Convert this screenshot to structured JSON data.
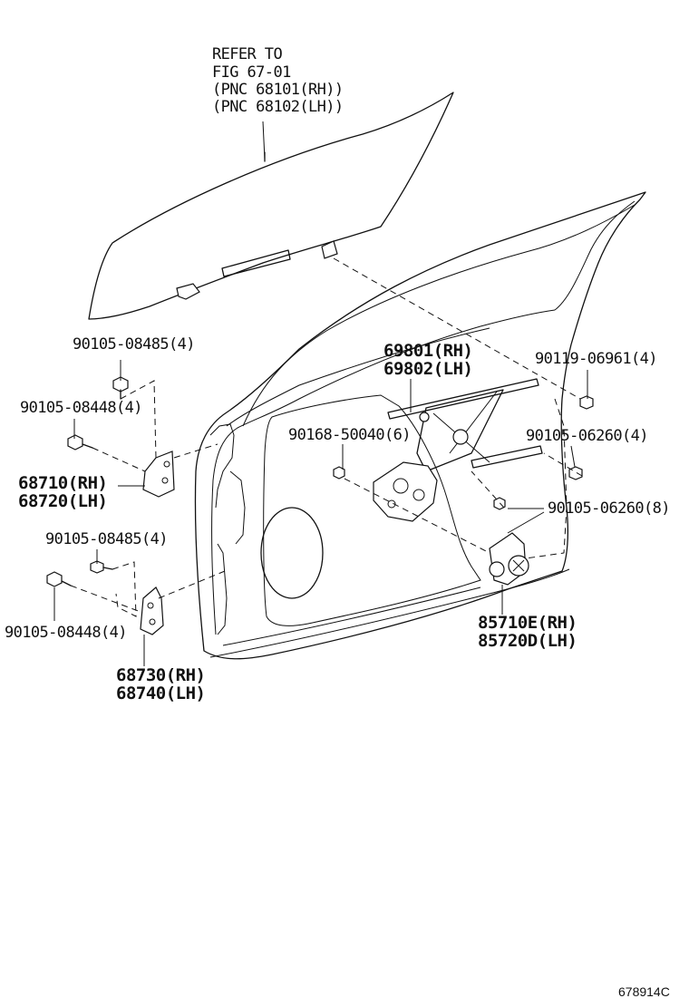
{
  "refer_note": {
    "line1": "REFER TO",
    "line2": "FIG 67-01",
    "line3": "(PNC 68101(RH))",
    "line4": "(PNC 68102(LH))"
  },
  "callouts": {
    "bolt_upper_hinge_top": "90105-08485(4)",
    "bolt_upper_hinge_side": "90105-08448(4)",
    "upper_hinge_rh": "68710(RH)",
    "upper_hinge_lh": "68720(LH)",
    "bolt_lower_hinge_top": "90105-08485(4)",
    "bolt_lower_hinge_side": "90105-08448(4)",
    "lower_hinge_rh": "68730(RH)",
    "lower_hinge_lh": "68740(LH)",
    "regulator_rh": "69801(RH)",
    "regulator_lh": "69802(LH)",
    "bolt_glass_channel": "90119-06961(4)",
    "bolt_regulator": "90168-50040(6)",
    "bolt_rail": "90105-06260(4)",
    "bolt_motor": "90105-06260(8)",
    "motor_rh": "85710E(RH)",
    "motor_lh": "85720D(LH)"
  },
  "diagram_number": "678914C"
}
